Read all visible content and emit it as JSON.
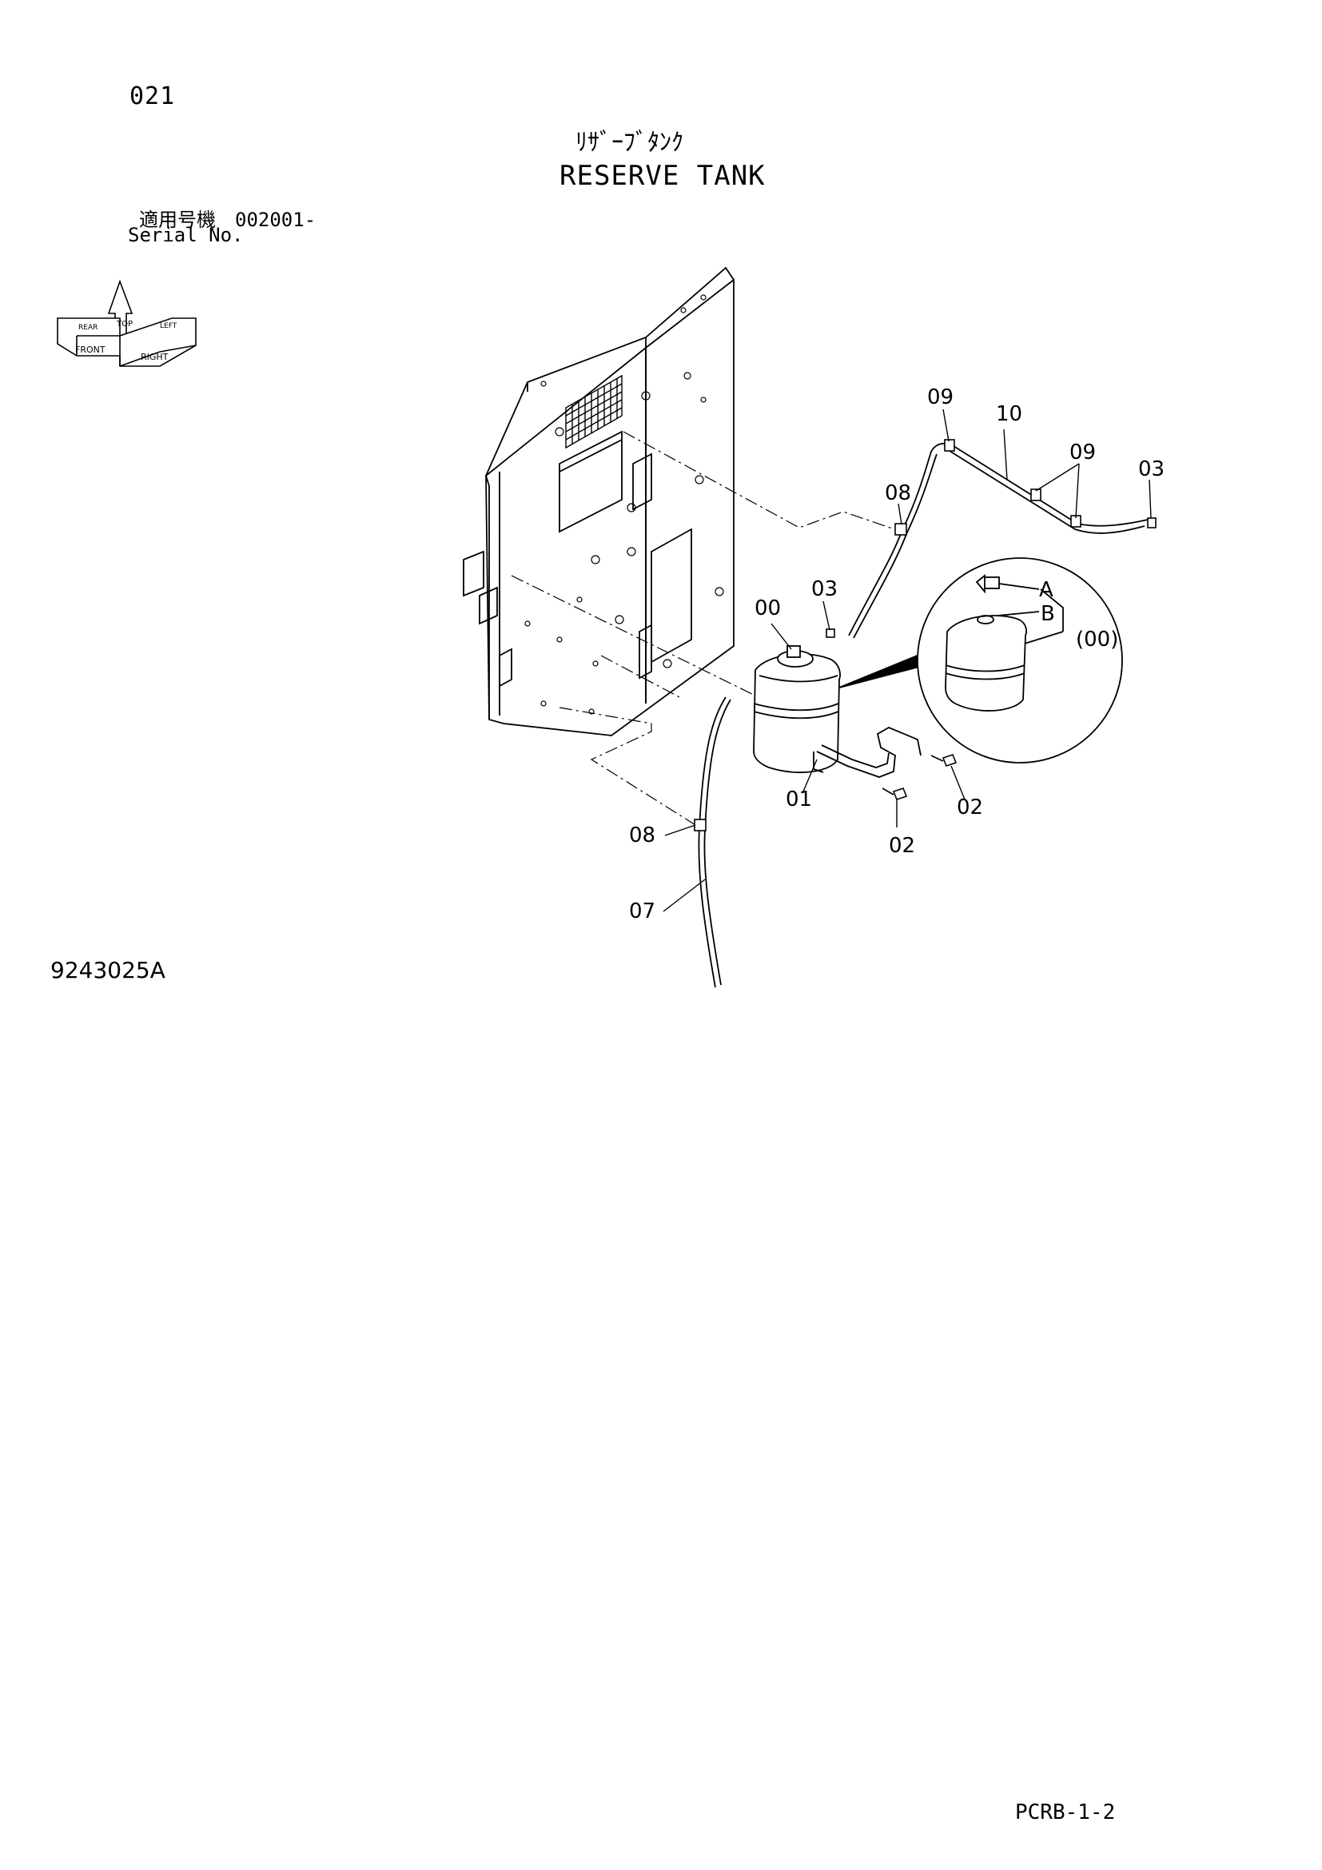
{
  "header": {
    "page_number": "021",
    "title_jp": "ﾘｻﾞｰﾌﾞﾀﾝｸ",
    "title_en": "RESERVE TANK",
    "serial_label_jp": "適用号機　002001-",
    "serial_label_en": "Serial No."
  },
  "orientation_icon": {
    "labels": [
      "TOP",
      "FRONT",
      "RIGHT",
      "REAR",
      "LEFT"
    ]
  },
  "callouts": [
    {
      "id": "09",
      "text": "09"
    },
    {
      "id": "10",
      "text": "10"
    },
    {
      "id": "09b",
      "text": "09"
    },
    {
      "id": "03",
      "text": "03"
    },
    {
      "id": "08",
      "text": "08"
    },
    {
      "id": "00",
      "text": "00"
    },
    {
      "id": "03b",
      "text": "03"
    },
    {
      "id": "A",
      "text": "A"
    },
    {
      "id": "B",
      "text": "B"
    },
    {
      "id": "00p",
      "text": "(00)"
    },
    {
      "id": "01",
      "text": "01"
    },
    {
      "id": "02",
      "text": "02"
    },
    {
      "id": "02b",
      "text": "02"
    },
    {
      "id": "08b",
      "text": "08"
    },
    {
      "id": "07",
      "text": "07"
    }
  ],
  "footer": {
    "figure_code": "9243025A",
    "page_code": "PCRB-1-2"
  }
}
